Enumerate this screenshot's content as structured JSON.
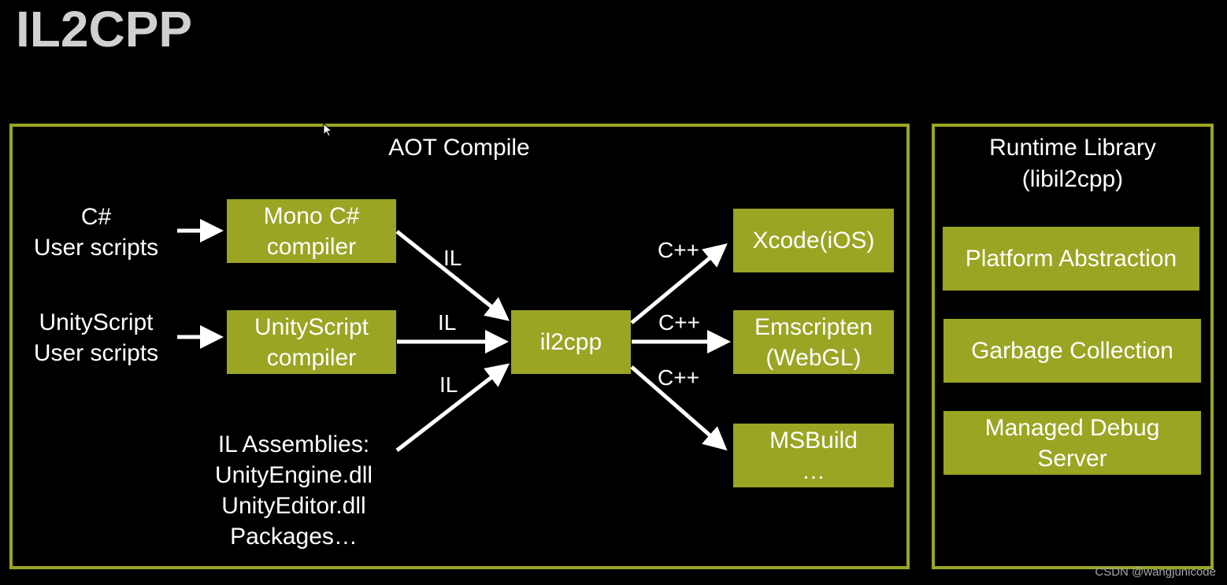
{
  "title": "IL2CPP",
  "aot": {
    "title": "AOT Compile",
    "inputs": {
      "csharp": "C#\nUser scripts",
      "unityscript": "UnityScript\nUser scripts",
      "assemblies": "IL Assemblies:\nUnityEngine.dll\nUnityEditor.dll\nPackages…"
    },
    "compilers": {
      "mono": "Mono C#\ncompiler",
      "unityscript": "UnityScript\ncompiler"
    },
    "core": "il2cpp",
    "il_labels": [
      "IL",
      "IL",
      "IL"
    ],
    "cpp_labels": [
      "C++",
      "C++",
      "C++"
    ],
    "outputs": {
      "xcode": "Xcode(iOS)",
      "emscripten": "Emscripten\n(WebGL)",
      "msbuild": "MSBuild\n…"
    }
  },
  "runtime": {
    "title": "Runtime Library\n(libil2cpp)",
    "items": [
      "Platform Abstraction",
      "Garbage Collection",
      "Managed Debug\nServer"
    ]
  },
  "watermark": "CSDN @wangjunicode",
  "colors": {
    "accent": "#9aa524",
    "background": "#000000",
    "title": "#d0d0d0"
  }
}
